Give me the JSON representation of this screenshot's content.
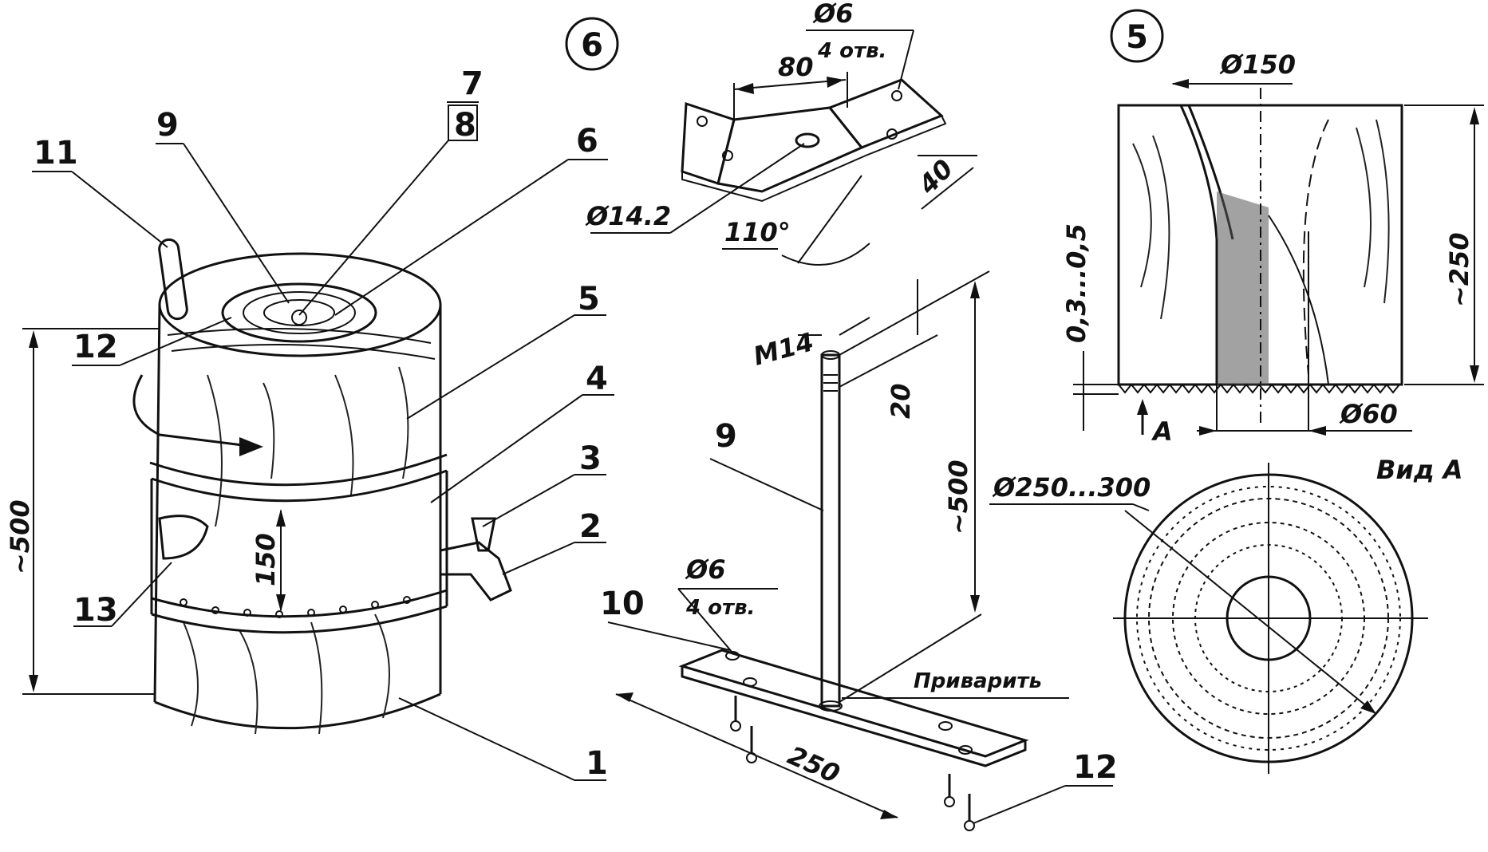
{
  "figure": {
    "circled_numbers": {
      "left": "6",
      "right": "5"
    },
    "callouts": {
      "n1": "1",
      "n2": "2",
      "n3": "3",
      "n4": "4",
      "n5": "5",
      "n6": "6",
      "n7": "7",
      "n8": "8",
      "n9": "9",
      "n11": "11",
      "n12": "12",
      "n13": "13",
      "n9b": "9",
      "n10": "10",
      "n12b": "12"
    },
    "dimensions": {
      "height_500": "~500",
      "band_150": "150",
      "bracket_hole_d": "Ø6",
      "bracket_holes_count": "4 отв.",
      "bracket_80": "80",
      "bracket_40": "40",
      "bracket_center_hole": "Ø14.2",
      "bracket_angle": "110°",
      "rod_thread": "M14",
      "rod_thread_len": "20",
      "rod_len": "~500",
      "base_hole_d": "Ø6",
      "base_holes_count": "4 отв.",
      "base_len": "250",
      "weld_note": "Приварить",
      "grater_d": "Ø150",
      "grater_h": "~250",
      "teeth_h": "0,3...0,5",
      "bore_d": "Ø60",
      "view_arrow": "A",
      "view_label": "Вид А",
      "disc_d": "Ø250...300"
    }
  }
}
